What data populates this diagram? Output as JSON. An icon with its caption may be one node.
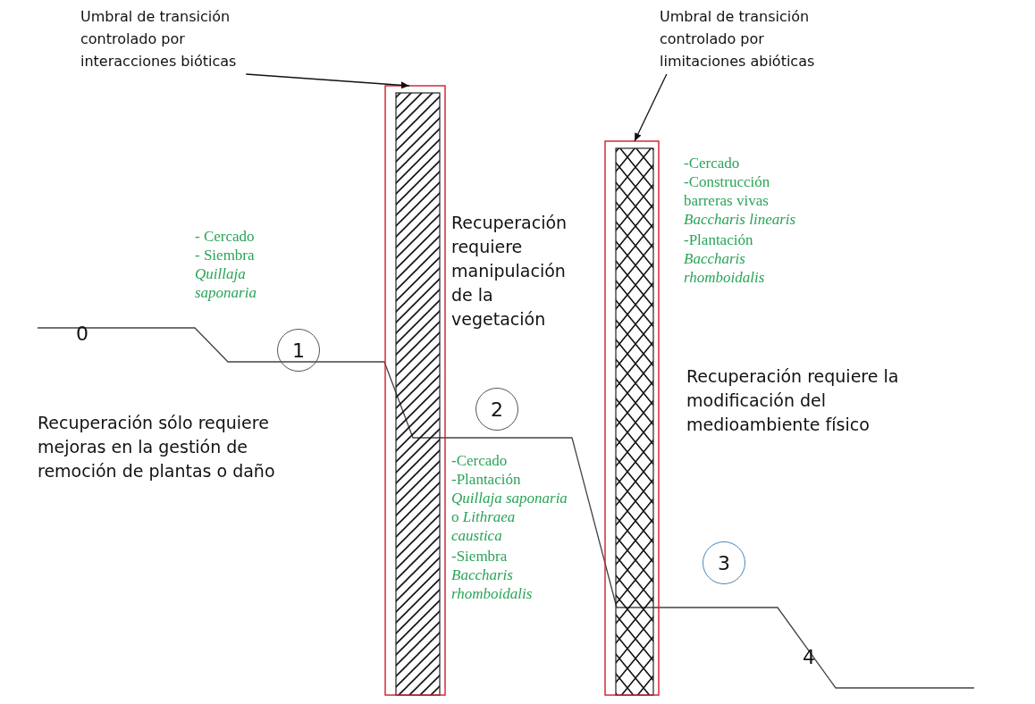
{
  "diagram": {
    "nodes": [
      {
        "text": [
          "Umbral de transición controlado por interacciones bióticas"
        ]
      },
      {
        "text": [],
        "shape": "bar"
      },
      {
        "text": [
          "Umbral de transición controlado por limitaciones abióticas"
        ]
      },
      {
        "text": [],
        "shape": "bar"
      },
      {
        "text": [
          "1"
        ]
      },
      {
        "text": [
          "2"
        ]
      },
      {
        "text": [
          "3"
        ]
      }
    ],
    "edges": [
      {
        "from": 0,
        "to": 1,
        "arrow": "to"
      },
      {
        "from": 2,
        "to": 3,
        "arrow": "to"
      }
    ],
    "labels": [
      "0",
      "- Cercado",
      "- Siembra *Quillaja saponaria*",
      "Recuperación requiere manipulación de la vegetación",
      "-Cercado",
      "-Construcción barreras vivas *Baccharis linearis*",
      "-Plantación *Baccharis rhomboidalis*",
      "Recuperación requiere la modificación del medioambiente físico",
      "Recuperación sólo requiere mejoras en la gestión de remoción de plantas o daño",
      "-Cercado",
      "-Plantación *Quillaja saponaria* o *Lithraea caustica*",
      "-Siembra *Baccharis rhomboidalis*",
      "4"
    ]
  }
}
